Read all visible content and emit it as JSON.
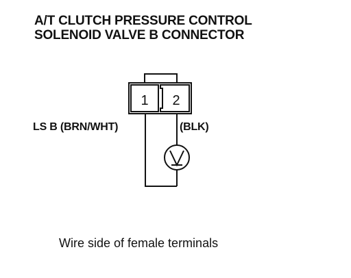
{
  "title": {
    "line1": "A/T CLUTCH PRESSURE CONTROL",
    "line2": "SOLENOID VALVE B CONNECTOR"
  },
  "connector": {
    "terminal_1": "1",
    "terminal_2": "2"
  },
  "wires": {
    "left_label": "LS B (BRN/WHT)",
    "right_label": "(BLK)"
  },
  "meter": {
    "symbol": "V",
    "icon": "voltmeter-icon"
  },
  "caption": "Wire side of female terminals",
  "colors": {
    "ink": "#111111",
    "background": "#ffffff"
  }
}
